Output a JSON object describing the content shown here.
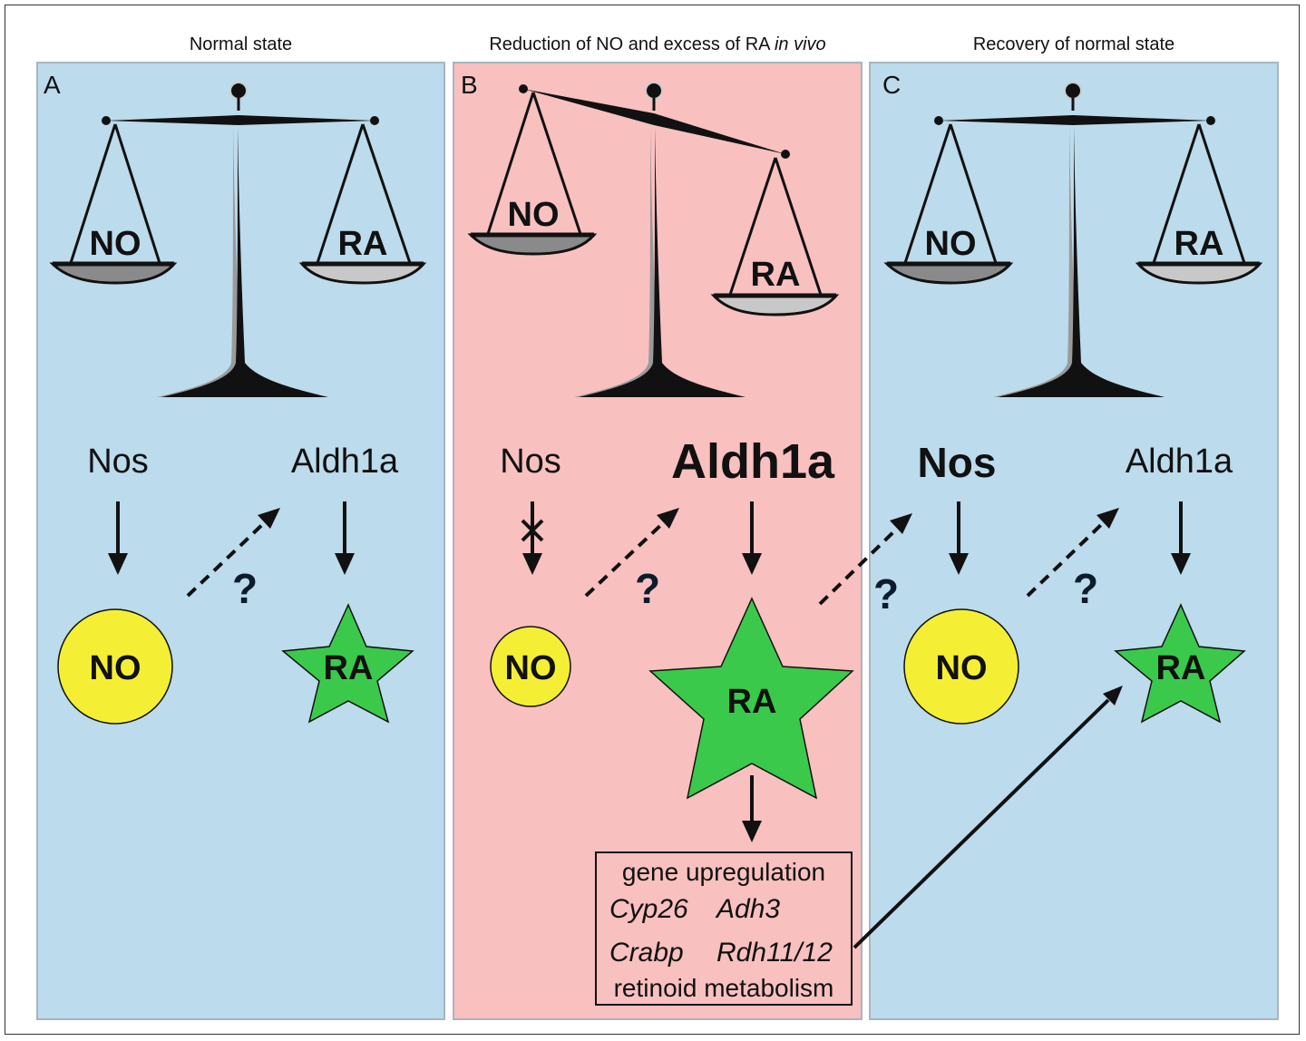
{
  "colors": {
    "panel_normal": "#bcdbec",
    "panel_disturbed": "#f9c0c0",
    "no_circle": "#f4ef35",
    "ra_star": "#3bc94b",
    "ink": "#111111",
    "question": "#0c1c2c"
  },
  "titles": {
    "a": "Normal state",
    "b_prefix": "Reduction of NO and excess of RA",
    "b_italic": "in vivo",
    "c": "Recovery of normal state"
  },
  "panels": [
    {
      "letter": "A",
      "left_pan": "NO",
      "right_pan": "RA",
      "balance": "level",
      "gene_left": "Nos",
      "gene_right": "Aldh1a",
      "question": "?",
      "molecule_left": "NO",
      "molecule_right": "RA"
    },
    {
      "letter": "B",
      "left_pan": "NO",
      "right_pan": "RA",
      "balance": "tilted-right-down",
      "gene_left": "Nos",
      "gene_right": "Aldh1a",
      "question_left": "?",
      "question_right": "?",
      "molecule_left": "NO",
      "molecule_right": "RA",
      "blocked_arrow": "Nos to NO"
    },
    {
      "letter": "C",
      "left_pan": "NO",
      "right_pan": "RA",
      "balance": "level",
      "gene_left": "Nos",
      "gene_right": "Aldh1a",
      "question": "?",
      "molecule_left": "NO",
      "molecule_right": "RA"
    }
  ],
  "gene_box": {
    "heading": "gene upregulation",
    "genes": [
      "Cyp26",
      "Adh3",
      "Crabp",
      "Rdh11/12"
    ],
    "footer": "retinoid metabolism"
  },
  "icons": [
    "balance-scale-icon",
    "arrow-icon",
    "dashed-arrow-icon",
    "star-icon",
    "circle-icon",
    "x-mark-icon"
  ]
}
